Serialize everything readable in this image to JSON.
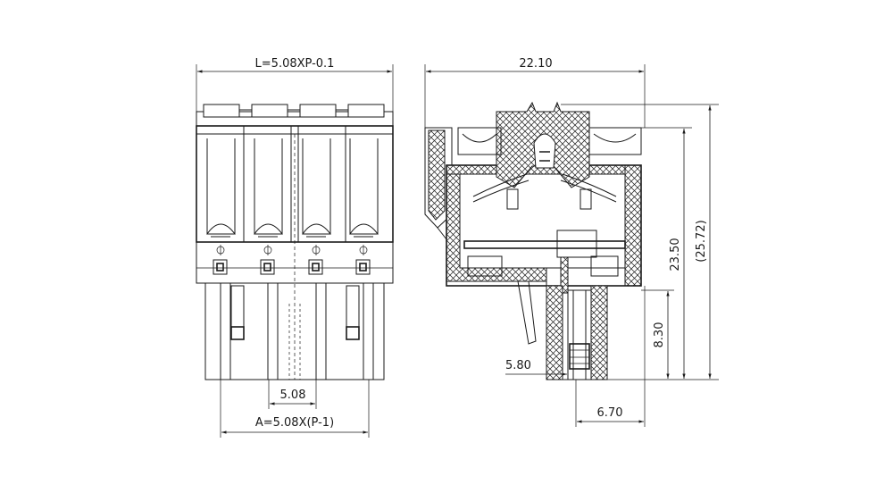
{
  "front_view": {
    "dim_length": "L=5.08XP-0.1",
    "dim_pitch": "5.08",
    "dim_span": "A=5.08X(P-1)",
    "pin_count": 4
  },
  "side_view": {
    "dim_width": "22.10",
    "dim_height": "23.50",
    "dim_total_height": "(25.72)",
    "dim_lower_height": "8.30",
    "dim_pin_offset": "5.80",
    "dim_pin_width": "6.70"
  }
}
